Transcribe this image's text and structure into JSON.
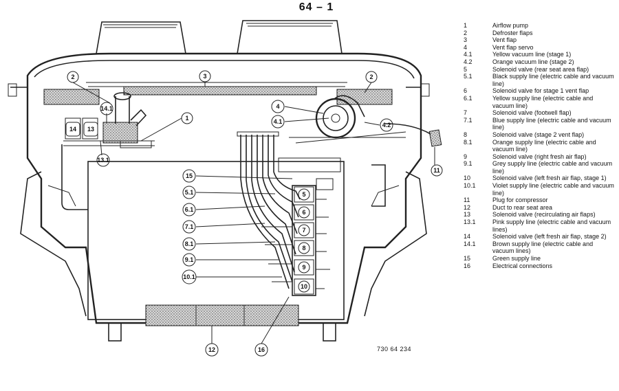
{
  "page_title": "64 – 1",
  "figure_ref": "730 64 234",
  "callouts": {
    "c1": "1",
    "c2a": "2",
    "c2b": "2",
    "c3": "3",
    "c4": "4",
    "c41": "4.1",
    "c42": "4.2",
    "c5": "5",
    "c51": "5.1",
    "c6": "6",
    "c61": "6.1",
    "c7": "7",
    "c71": "7.1",
    "c8": "8",
    "c81": "8.1",
    "c9": "9",
    "c91": "9.1",
    "c10": "10",
    "c101": "10.1",
    "c11": "11",
    "c12": "12",
    "c13": "13",
    "c131": "13.1",
    "c14": "14",
    "c141": "14.1",
    "c15": "15",
    "c16": "16"
  },
  "legend": [
    {
      "num": "1",
      "text": "Airflow pump"
    },
    {
      "num": "2",
      "text": "Defroster flaps"
    },
    {
      "num": "3",
      "text": "Vent flap"
    },
    {
      "num": "4",
      "text": "Vent flap servo"
    },
    {
      "num": "4.1",
      "text": "Yellow vacuum line (stage 1)"
    },
    {
      "num": "4.2",
      "text": "Orange vacuum line (stage 2)"
    },
    {
      "num": "5",
      "text": "Solenoid valve (rear seat area flap)"
    },
    {
      "num": "5.1",
      "text": "Black supply line (electric cable and vacuum line)"
    },
    {
      "num": "6",
      "text": "Solenoid valve for stage 1 vent flap"
    },
    {
      "num": "6.1",
      "text": "Yellow supply line (electric cable and vacuum line)"
    },
    {
      "num": "7",
      "text": "Solenoid valve (footwell flap)"
    },
    {
      "num": "7.1",
      "text": "Blue supply line (electric cable and vacuum line)"
    },
    {
      "num": "8",
      "text": "Solenoid valve (stage 2 vent flap)"
    },
    {
      "num": "8.1",
      "text": "Orange supply line (electric cable and vacuum line)"
    },
    {
      "num": "9",
      "text": "Solenoid valve (right fresh air flap)"
    },
    {
      "num": "9.1",
      "text": "Grey supply line (electric cable and vacuum line)"
    },
    {
      "num": "10",
      "text": "Solenoid valve (left fresh air flap, stage 1)"
    },
    {
      "num": "10.1",
      "text": "Violet supply line (electric cable and vacuum line)"
    },
    {
      "num": "11",
      "text": "Plug for compressor"
    },
    {
      "num": "12",
      "text": "Duct to rear seat area"
    },
    {
      "num": "13",
      "text": "Solenoid valve (recirculating air flaps)"
    },
    {
      "num": "13.1",
      "text": "Pink supply line (electric cable and vacuum lines)"
    },
    {
      "num": "14",
      "text": "Solenoid valve (left fresh air flap, stage 2)"
    },
    {
      "num": "14.1",
      "text": "Brown supply line (electric cable and vacuum lines)"
    },
    {
      "num": "15",
      "text": "Green supply line"
    },
    {
      "num": "16",
      "text": "Electrical connections"
    }
  ]
}
